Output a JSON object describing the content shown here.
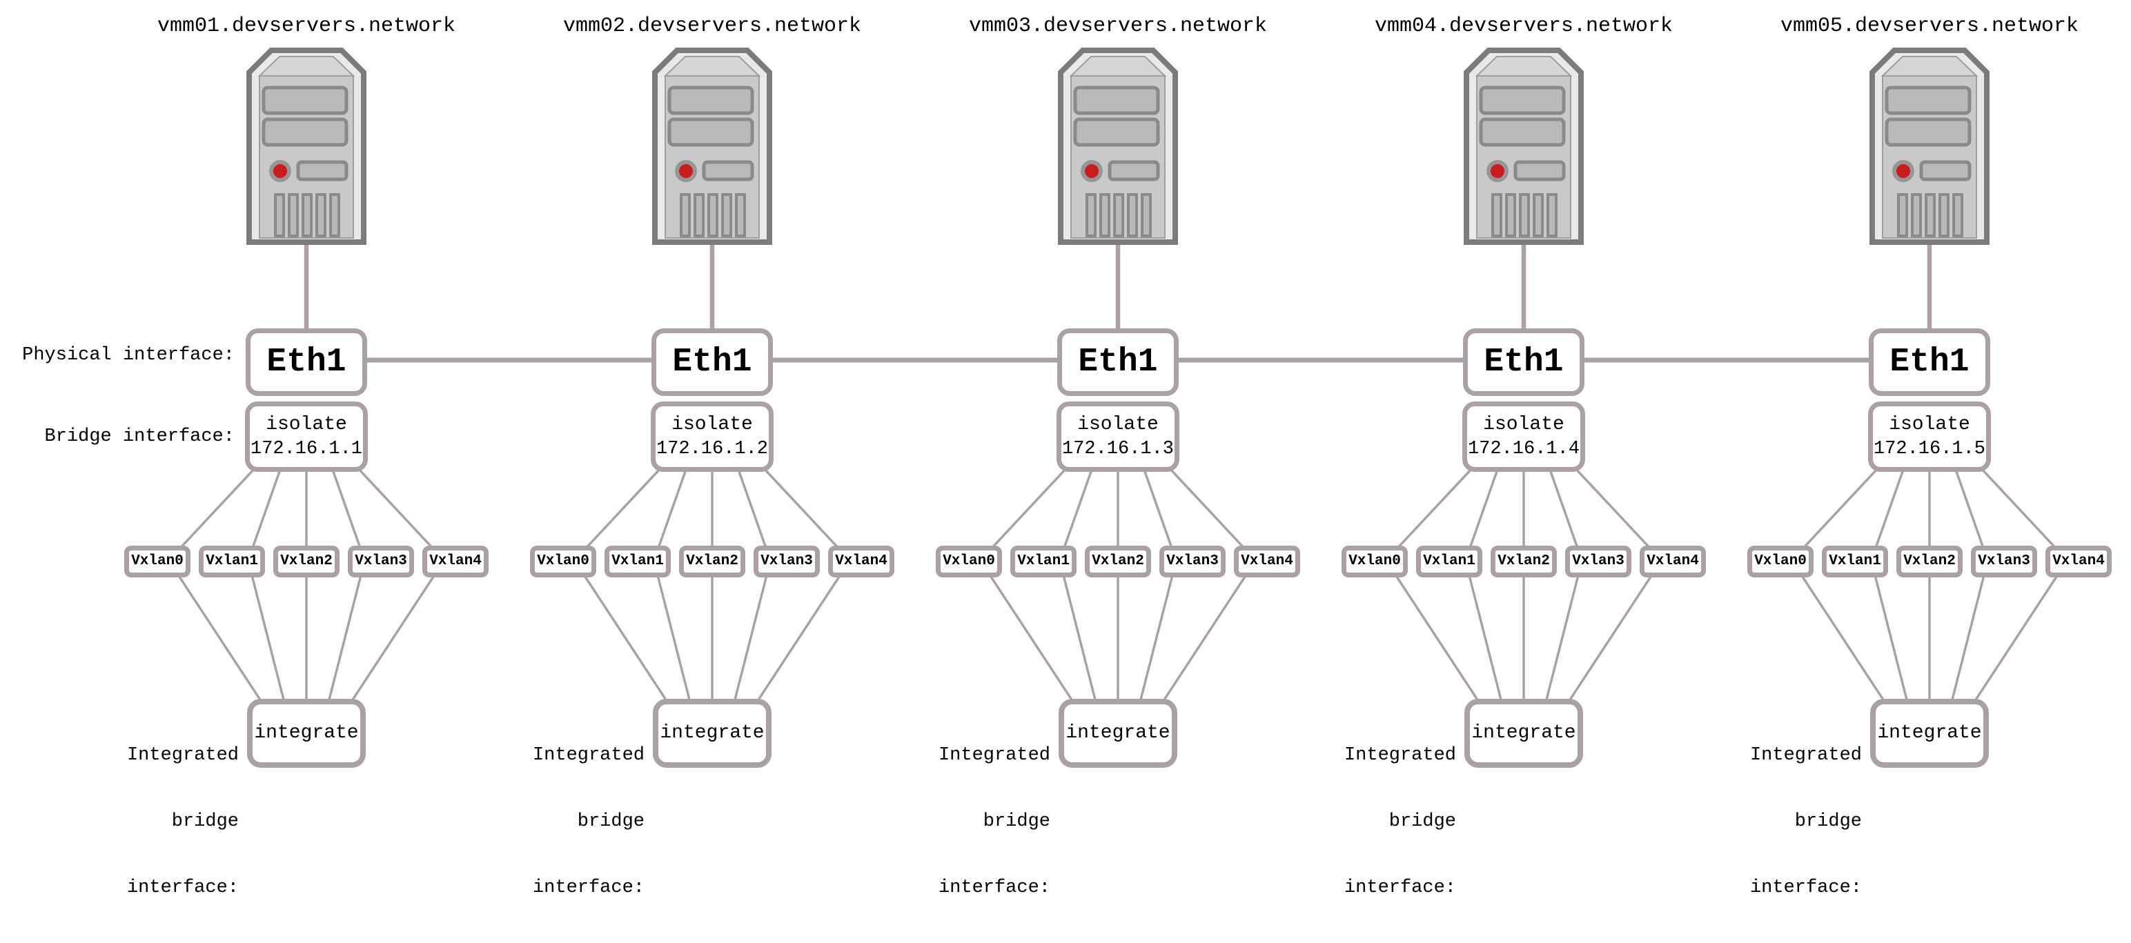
{
  "labels": {
    "physical_interface": "Physical interface:",
    "bridge_interface": "Bridge interface:",
    "integrated_bridge": [
      "Integrated",
      "bridge",
      "interface:"
    ]
  },
  "shared": {
    "physical_if_name": "Eth1",
    "bridge_name": "isolate",
    "integrated_bridge_name": "integrate",
    "vxlans": [
      "Vxlan0",
      "Vxlan1",
      "Vxlan2",
      "Vxlan3",
      "Vxlan4"
    ],
    "server_icon": "server-tower-icon"
  },
  "servers": [
    {
      "hostname": "vmm01.devservers.network",
      "bridge_ip": "172.16.1.1"
    },
    {
      "hostname": "vmm02.devservers.network",
      "bridge_ip": "172.16.1.2"
    },
    {
      "hostname": "vmm03.devservers.network",
      "bridge_ip": "172.16.1.3"
    },
    {
      "hostname": "vmm04.devservers.network",
      "bridge_ip": "172.16.1.4"
    },
    {
      "hostname": "vmm05.devservers.network",
      "bridge_ip": "172.16.1.5"
    }
  ],
  "colors": {
    "connector_line": "#aca0a8",
    "node_border": "#aba0a8",
    "server_outline": "#7b7b7b",
    "server_body": "#c9c9c9",
    "server_bay": "#b9b9b9",
    "power_led_red": "#cc1d1d",
    "text": "#000000",
    "background": "#ffffff"
  }
}
